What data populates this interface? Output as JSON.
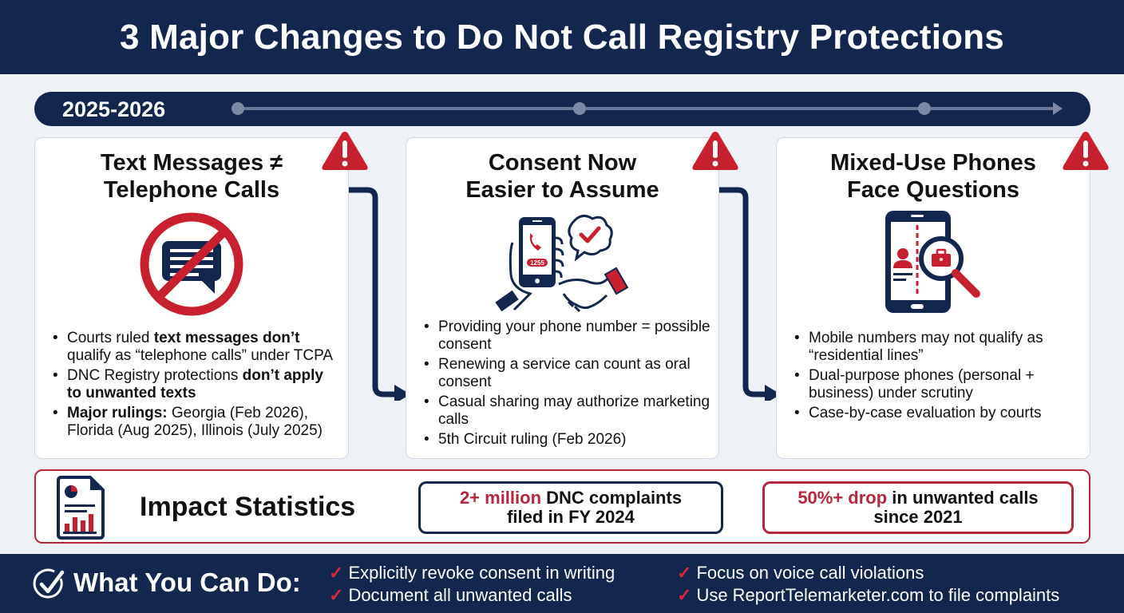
{
  "header": {
    "title": "3 Major Changes to Do Not Call Registry Protections"
  },
  "timeline": {
    "label": "2025-2026",
    "milestones": 3
  },
  "cards": [
    {
      "title_line1": "Text Messages ≠",
      "title_line2": "Telephone Calls",
      "icon": "no-text-message-icon",
      "bullets": [
        {
          "pre": "Courts ruled ",
          "bold": "text messages don’t",
          "post": " qualify as “telephone calls” under TCPA"
        },
        {
          "pre": "DNC Registry protections ",
          "bold": "don’t apply to unwanted texts",
          "post": ""
        },
        {
          "pre": "",
          "bold": "Major rulings:",
          "post": " Georgia (Feb 2026), Florida (Aug 2025), Illinois (July 2025)"
        }
      ]
    },
    {
      "title_line1": "Consent Now",
      "title_line2": "Easier to Assume",
      "icon": "phone-handshake-consent-icon",
      "phone_number_badge": "1255",
      "bullets": [
        {
          "pre": "Providing your phone number = possible consent",
          "bold": "",
          "post": ""
        },
        {
          "pre": "Renewing a service can count as oral consent",
          "bold": "",
          "post": ""
        },
        {
          "pre": "Casual sharing may authorize marketing calls",
          "bold": "",
          "post": ""
        },
        {
          "pre": "5th Circuit ruling (Feb 2026)",
          "bold": "",
          "post": ""
        }
      ]
    },
    {
      "title_line1": "Mixed-Use Phones",
      "title_line2": "Face Questions",
      "icon": "phone-magnifier-briefcase-icon",
      "bullets": [
        {
          "pre": "Mobile numbers may not qualify as “residential lines”",
          "bold": "",
          "post": ""
        },
        {
          "pre": "Dual-purpose phones (personal + business) under scrutiny",
          "bold": "",
          "post": ""
        },
        {
          "pre": "Case-by-case evaluation by courts",
          "bold": "",
          "post": ""
        }
      ]
    }
  ],
  "stats": {
    "title": "Impact Statistics",
    "items": [
      {
        "highlight": "2+ million",
        "rest_line1": " DNC complaints",
        "line2": "filed in FY 2024"
      },
      {
        "highlight": "50%+ drop",
        "rest_line1": " in unwanted calls",
        "line2": "since 2021"
      }
    ]
  },
  "footer": {
    "title": "What You Can Do:",
    "check": "✓",
    "actions": [
      "Explicitly revoke consent in writing",
      "Document all unwanted calls",
      "Focus on voice call violations",
      "Use ReportTelemarketer.com to file complaints"
    ]
  },
  "colors": {
    "navy": "#13264d",
    "red": "#b5273a",
    "alert_red": "#c8202f",
    "background": "#eef1f6",
    "card": "#ffffff"
  }
}
